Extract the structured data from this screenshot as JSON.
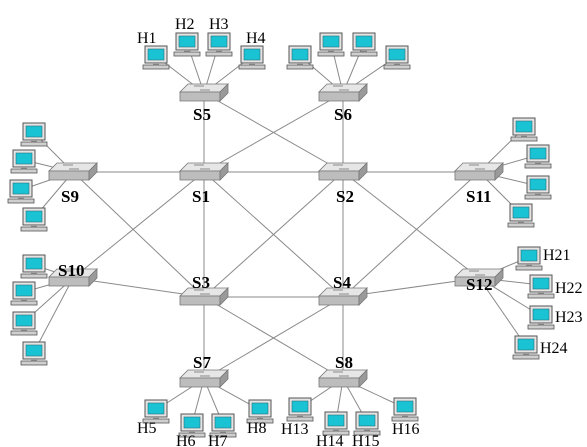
{
  "switches": [
    {
      "id": "S1",
      "label": "S1"
    },
    {
      "id": "S2",
      "label": "S2"
    },
    {
      "id": "S3",
      "label": "S3"
    },
    {
      "id": "S4",
      "label": "S4"
    },
    {
      "id": "S5",
      "label": "S5"
    },
    {
      "id": "S6",
      "label": "S6"
    },
    {
      "id": "S7",
      "label": "S7"
    },
    {
      "id": "S8",
      "label": "S8"
    },
    {
      "id": "S9",
      "label": "S9"
    },
    {
      "id": "S10",
      "label": "S10"
    },
    {
      "id": "S11",
      "label": "S11"
    },
    {
      "id": "S12",
      "label": "S12"
    }
  ],
  "host_labels": {
    "H1": "H1",
    "H2": "H2",
    "H3": "H3",
    "H4": "H4",
    "H5": "H5",
    "H6": "H6",
    "H7": "H7",
    "H8": "H8",
    "H13": "H13",
    "H14": "H14",
    "H15": "H15",
    "H16": "H16",
    "H21": "H21",
    "H22": "H22",
    "H23": "H23",
    "H24": "H24"
  },
  "links": [
    [
      "S1",
      "S2"
    ],
    [
      "S3",
      "S4"
    ],
    [
      "S1",
      "S3"
    ],
    [
      "S2",
      "S4"
    ],
    [
      "S1",
      "S4"
    ],
    [
      "S2",
      "S3"
    ],
    [
      "S5",
      "S1"
    ],
    [
      "S5",
      "S2"
    ],
    [
      "S6",
      "S1"
    ],
    [
      "S6",
      "S2"
    ],
    [
      "S7",
      "S3"
    ],
    [
      "S7",
      "S4"
    ],
    [
      "S8",
      "S3"
    ],
    [
      "S8",
      "S4"
    ],
    [
      "S9",
      "S1"
    ],
    [
      "S9",
      "S3"
    ],
    [
      "S10",
      "S1"
    ],
    [
      "S10",
      "S3"
    ],
    [
      "S11",
      "S2"
    ],
    [
      "S11",
      "S4"
    ],
    [
      "S12",
      "S2"
    ],
    [
      "S12",
      "S4"
    ]
  ],
  "colors": {
    "screen": "#19c3d4",
    "monitor_body": "#e4e4e4",
    "monitor_edge": "#555555",
    "switch_top": "#e6e6e6",
    "switch_side": "#9a9a9a",
    "link": "#8a8a8a"
  },
  "icons": {
    "switch": "network-switch-icon",
    "host": "desktop-computer-icon"
  }
}
